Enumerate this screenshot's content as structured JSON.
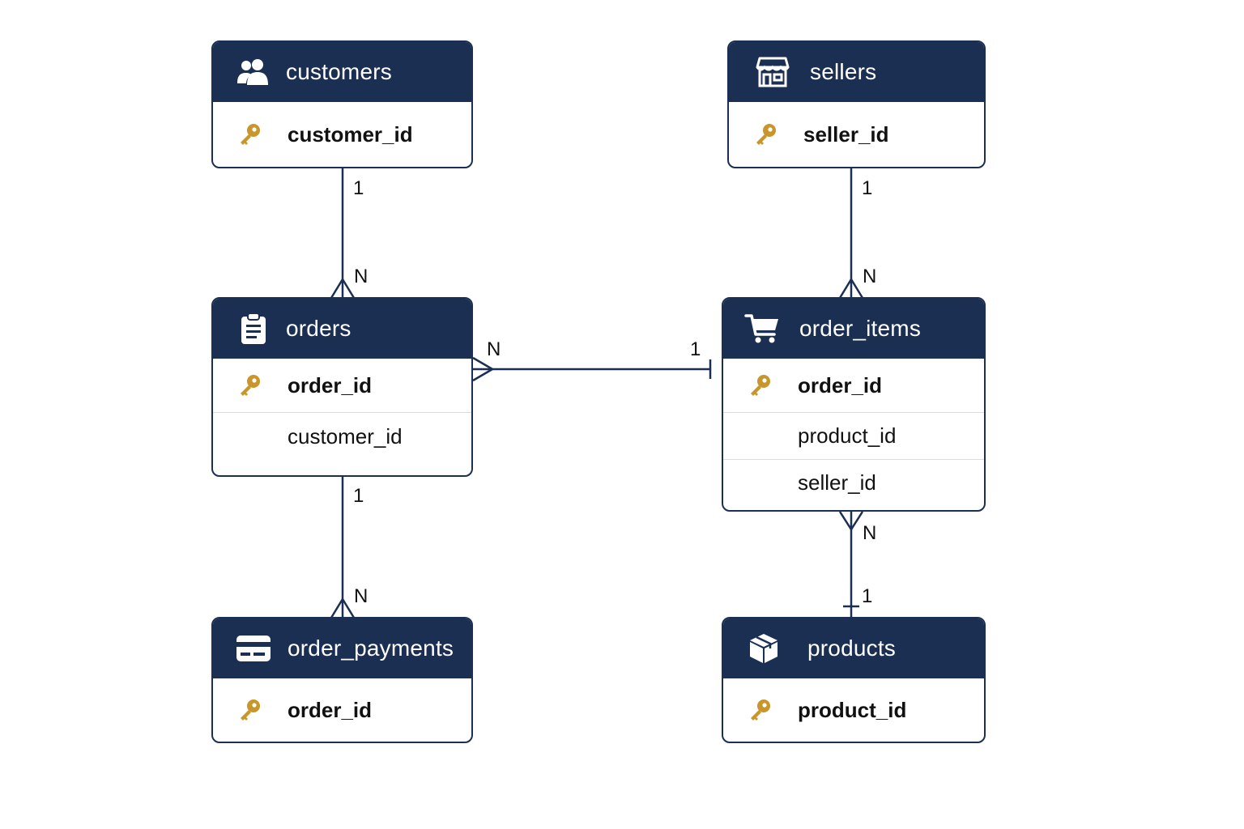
{
  "colors": {
    "header": "#1b2f52",
    "border": "#1b2f52",
    "line": "#1b2f52",
    "key": "#c8962a",
    "background": "#ffffff"
  },
  "entities": {
    "customers": {
      "title": "customers",
      "icon": "users-icon",
      "attributes": [
        {
          "name": "customer_id",
          "primary_key": true
        }
      ]
    },
    "sellers": {
      "title": "sellers",
      "icon": "store-icon",
      "attributes": [
        {
          "name": "seller_id",
          "primary_key": true
        }
      ]
    },
    "orders": {
      "title": "orders",
      "icon": "clipboard-icon",
      "attributes": [
        {
          "name": "order_id",
          "primary_key": true
        },
        {
          "name": "customer_id",
          "primary_key": false
        }
      ]
    },
    "order_items": {
      "title": "order_items",
      "icon": "cart-icon",
      "attributes": [
        {
          "name": "order_id",
          "primary_key": true
        },
        {
          "name": "product_id",
          "primary_key": false
        },
        {
          "name": "seller_id",
          "primary_key": false
        }
      ]
    },
    "order_payments": {
      "title": "order_payments",
      "icon": "credit-card-icon",
      "attributes": [
        {
          "name": "order_id",
          "primary_key": true
        }
      ]
    },
    "products": {
      "title": "products",
      "icon": "box-icon",
      "attributes": [
        {
          "name": "product_id",
          "primary_key": true
        }
      ]
    }
  },
  "relationships": [
    {
      "from": "customers",
      "to": "orders",
      "from_card": "1",
      "to_card": "N"
    },
    {
      "from": "sellers",
      "to": "order_items",
      "from_card": "1",
      "to_card": "N"
    },
    {
      "from": "orders",
      "to": "order_items",
      "from_card": "N",
      "to_card": "1"
    },
    {
      "from": "orders",
      "to": "order_payments",
      "from_card": "1",
      "to_card": "N"
    },
    {
      "from": "order_items",
      "to": "products",
      "from_card": "N",
      "to_card": "1"
    }
  ]
}
